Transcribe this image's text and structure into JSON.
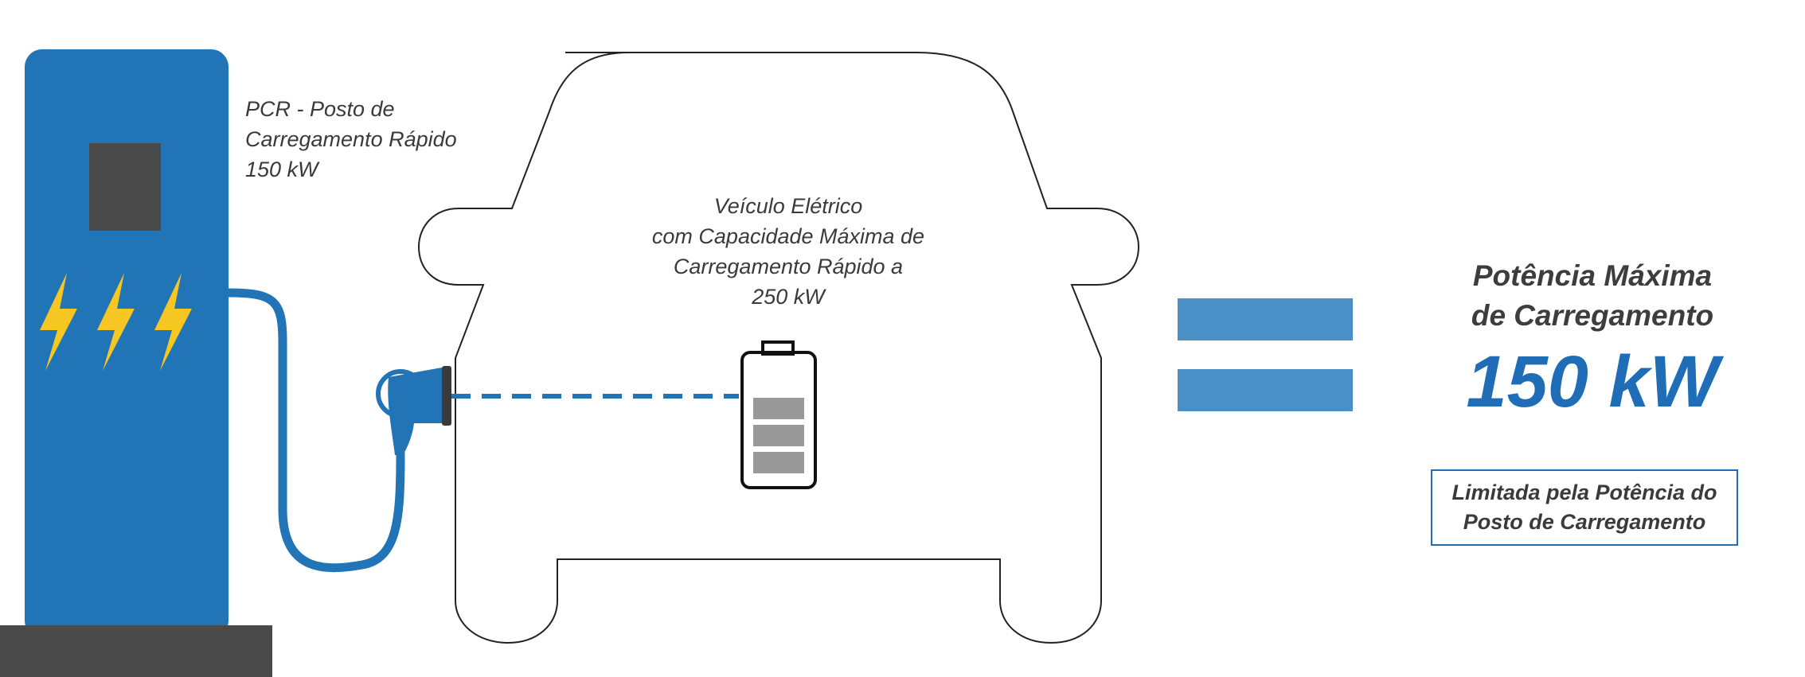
{
  "station": {
    "label_lines": [
      "PCR - Posto de",
      "Carregamento Rápido",
      "150 kW"
    ]
  },
  "vehicle": {
    "label_lines": [
      "Veículo Elétrico",
      "com Capacidade Máxima de",
      "Carregamento Rápido a",
      "250 kW"
    ]
  },
  "result": {
    "title_lines": [
      "Potência Máxima",
      "de Carregamento"
    ],
    "value": "150 kW",
    "limit_lines": [
      "Limitada pela Potência do",
      "Posto de Carregamento"
    ]
  },
  "colors": {
    "station_blue": "#2174b5",
    "base_gray": "#4a4a4a",
    "bolt_yellow": "#f6c622",
    "equals_blue": "#4a8fc6",
    "accent_blue": "#1f6db6",
    "battery_gray": "#999999"
  },
  "icons": {
    "bolts": "lightning-bolt-icon",
    "battery": "battery-icon",
    "plug": "charging-plug-icon",
    "equals": "equals-icon"
  },
  "battery_level": {
    "filled_bars": 3,
    "total_bars": 3
  }
}
